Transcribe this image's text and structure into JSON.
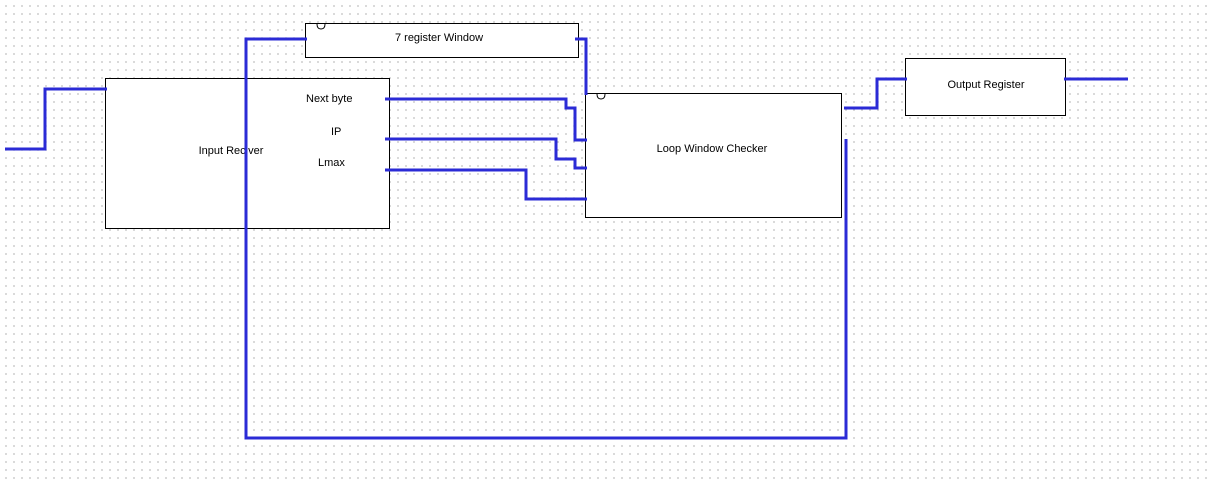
{
  "colors": {
    "wire": "#2b2bd6",
    "block_border": "#000000",
    "grid_dot": "#b8b8b8"
  },
  "blocks": {
    "input_receiver": {
      "title": "Input Reciver",
      "ports": {
        "next_byte": "Next byte",
        "ip": "IP",
        "lmax": "Lmax"
      }
    },
    "register_window": {
      "title": "7 register Window"
    },
    "loop_window_checker": {
      "title": "Loop Window Checker"
    },
    "output_register": {
      "title": "Output Register"
    }
  }
}
